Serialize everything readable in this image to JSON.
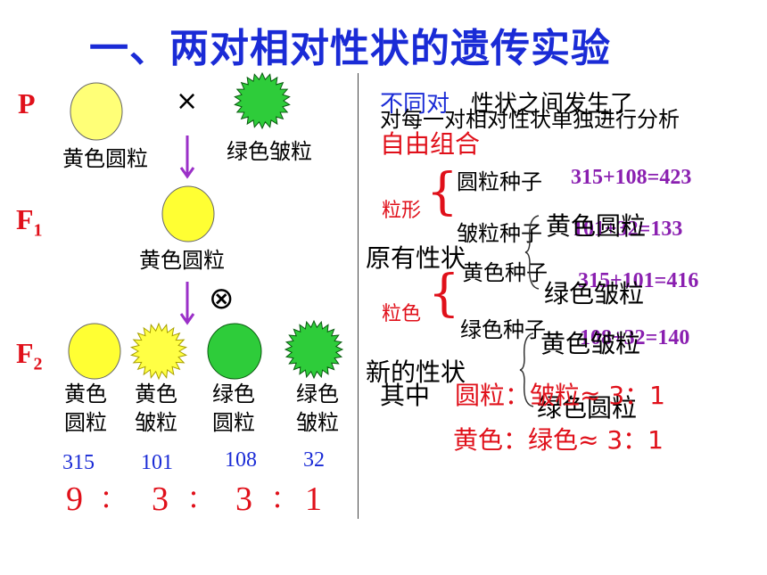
{
  "title": "一、两对相对性状的遗传实验",
  "generations": {
    "p": "P",
    "f1": "F",
    "f1_sub": "1",
    "f2": "F",
    "f2_sub": "2"
  },
  "symbols": {
    "cross": "×",
    "self": "⊗"
  },
  "parents": {
    "p1": "黄色圆粒",
    "p2": "绿色皱粒"
  },
  "f1_label": "黄色圆粒",
  "f2": [
    {
      "line1": "黄色",
      "line2": "圆粒",
      "count": "315"
    },
    {
      "line1": "黄色",
      "line2": "皱粒",
      "count": "101"
    },
    {
      "line1": "绿色",
      "line2": "圆粒",
      "count": "108"
    },
    {
      "line1": "绿色",
      "line2": "皱粒",
      "count": "32"
    }
  ],
  "ratio": [
    "9",
    "：",
    "3",
    "：",
    "3",
    "：",
    "1"
  ],
  "right": {
    "blue_text": "不同对",
    "overlay_text": "性状之间发生了",
    "analysis_text": "对每一对相对性状单独进行分析",
    "free_combination": "自由组合",
    "shape_label": "粒形",
    "round_seed": "圆粒种子",
    "wrinkled_seed": "皱粒种子",
    "color_label": "粒色",
    "yellow_seed": "黄色种子",
    "green_seed": "绿色种子",
    "sum_round": "315+108=423",
    "sum_wrinkled": "101+32=133",
    "sum_yellow": "315+101=416",
    "sum_green": "108+32=140",
    "original_traits": "原有性状",
    "new_traits": "新的性状",
    "orig_1": "黄色圆粒",
    "orig_2": "绿色皱粒",
    "new_1": "黄色皱粒",
    "new_2": "绿色圆粒",
    "among": "其中",
    "ratio_shape": "圆粒：皱粒≈ 3：1",
    "ratio_color": "黄色：绿色≈ 3：1"
  },
  "colors": {
    "yellow": "#ffff66",
    "green": "#2ecc3a",
    "red": "#e0101a",
    "blue": "#1a2bd6",
    "purple": "#8a1fb0"
  }
}
